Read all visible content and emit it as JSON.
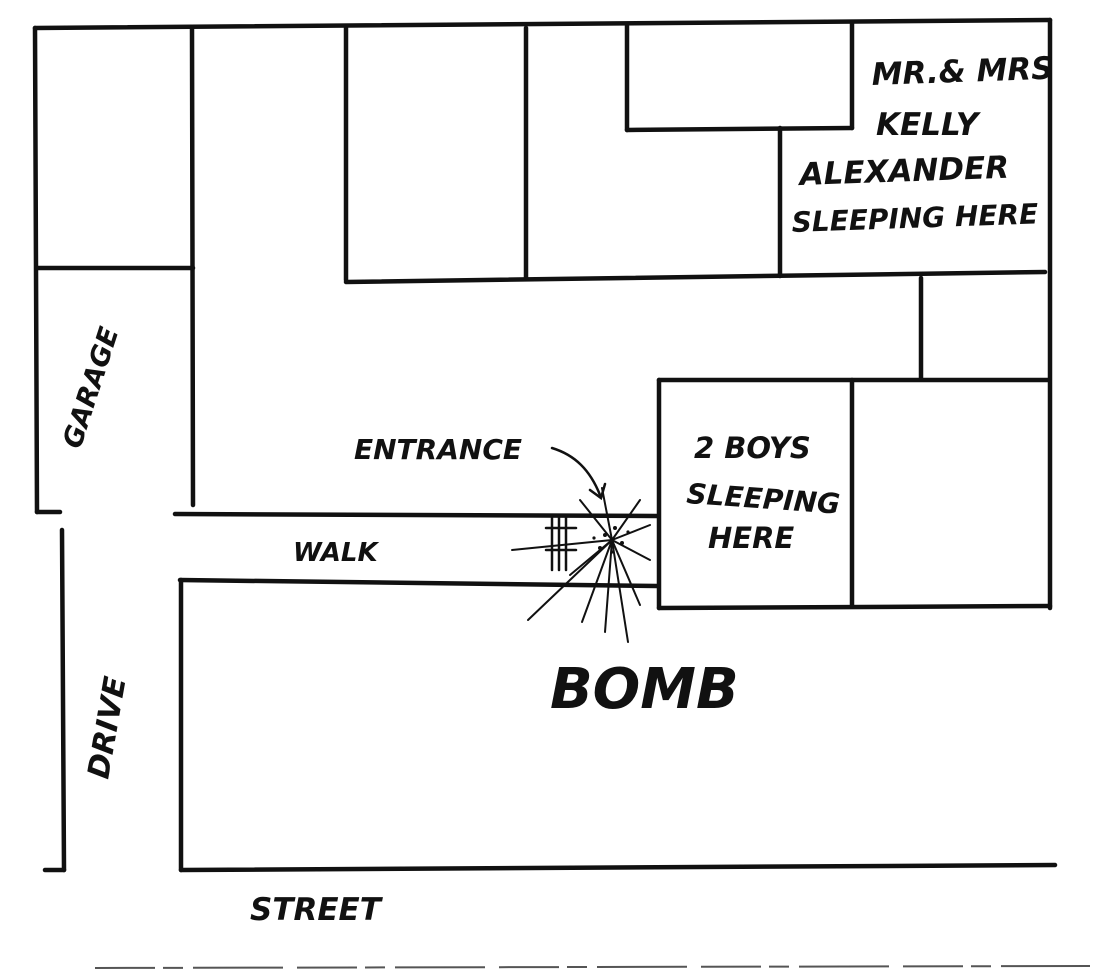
{
  "labels": {
    "owners_line1": "MR.& MRS",
    "owners_line2": "KELLY",
    "owners_line3": "ALEXANDER",
    "owners_line4": "SLEEPING HERE",
    "boys_line1": "2 BOYS",
    "boys_line2": "SLEEPING",
    "boys_line3": "HERE",
    "entrance": "ENTRANCE",
    "walk": "WALK",
    "bomb": "BOMB",
    "garage": "GARAGE",
    "drive": "DRIVE",
    "street": "STREET"
  }
}
